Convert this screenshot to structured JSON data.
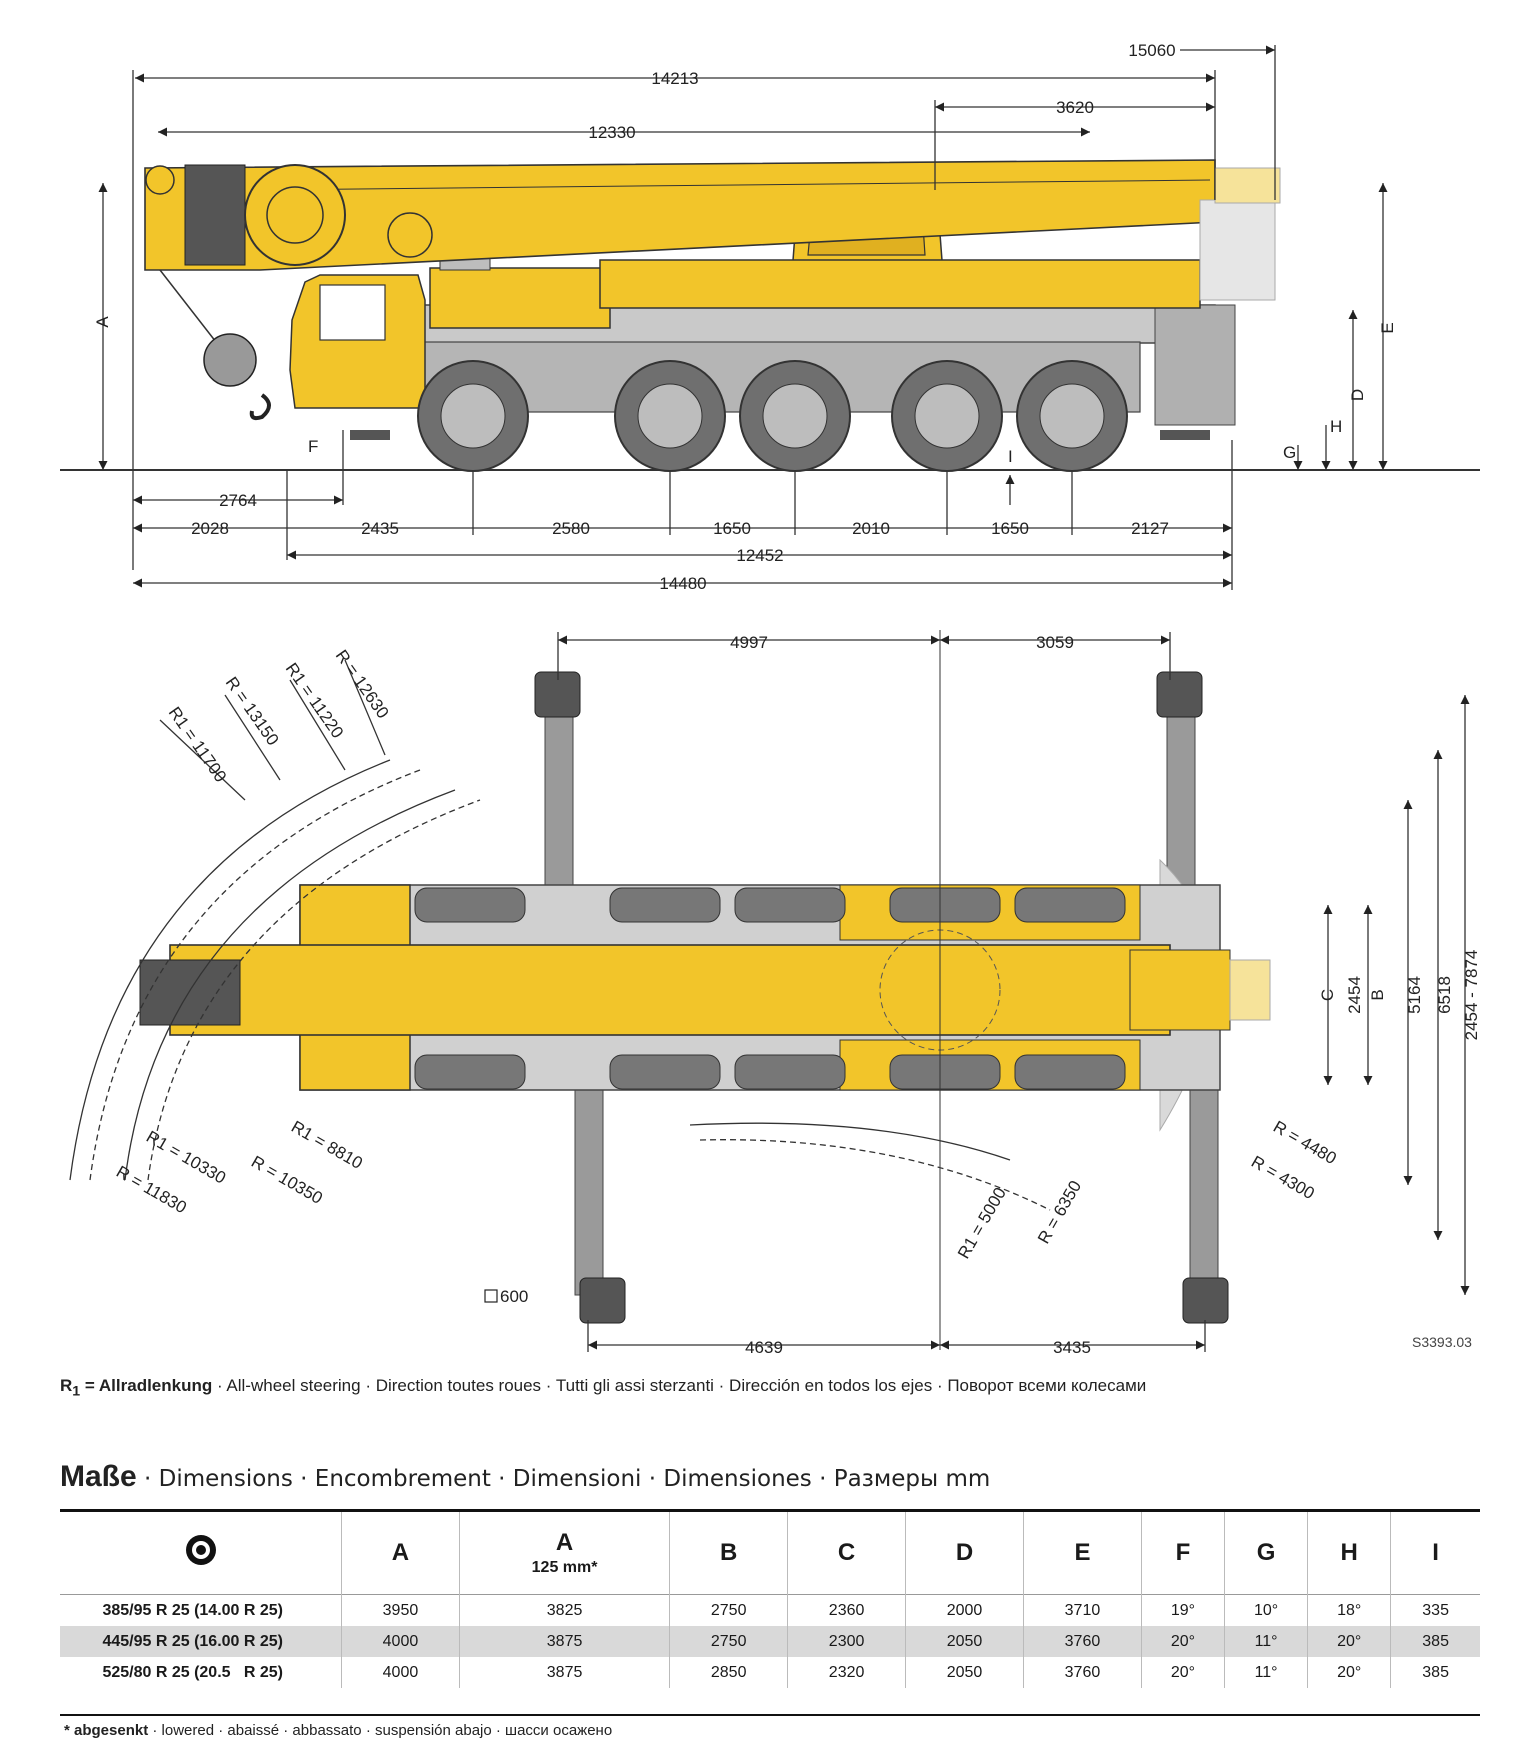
{
  "side_view": {
    "dims_top": [
      "15060",
      "14213",
      "3620",
      "12330"
    ],
    "dims_bottom": [
      "2764",
      "2028",
      "2435",
      "2580",
      "1650",
      "2010",
      "1650",
      "2127",
      "12452",
      "14480"
    ],
    "letters": [
      "A",
      "E",
      "D",
      "H",
      "G",
      "F",
      "I"
    ]
  },
  "top_view": {
    "dims_top": [
      "4997",
      "3059"
    ],
    "dims_bottom": [
      "4639",
      "3435"
    ],
    "dims_right": [
      "C",
      "2454",
      "B",
      "5164",
      "6518",
      "2454 - 7874"
    ],
    "radii_left": [
      "R1 = 11700",
      "R = 13150",
      "R1 = 11220",
      "R = 12630"
    ],
    "radii_lower_left": [
      "R1 = 10330",
      "R = 11830",
      "R1 = 8810",
      "R = 10350"
    ],
    "radii_center": [
      "R1 = 5000",
      "R = 6350"
    ],
    "radii_right": [
      "R = 4480",
      "R = 4300"
    ],
    "pad": "600",
    "drawing_code": "S3393.03"
  },
  "legend": {
    "term": "R",
    "sub": "1",
    "term_suffix": " = Allradlenkung",
    "rest": " · All-wheel steering · Direction toutes roues · Tutti gli assi sterzanti · Dirección en todos los ejes · Поворот всеми колесами"
  },
  "section": {
    "title": "Maße",
    "subtitle": " · Dimensions · Encombrement · Dimensioni · Dimensiones · Размеры  mm"
  },
  "table": {
    "headers": [
      "A",
      "A",
      "B",
      "C",
      "D",
      "E",
      "F",
      "G",
      "H",
      "I"
    ],
    "header_sub": "125 mm*",
    "rows": [
      {
        "tyre": "385/95 R 25 (14.00 R 25)",
        "values": [
          "3950",
          "3825",
          "2750",
          "2360",
          "2000",
          "3710",
          "19°",
          "10°",
          "18°",
          "335"
        ]
      },
      {
        "tyre": "445/95 R 25 (16.00 R 25)",
        "values": [
          "4000",
          "3875",
          "2750",
          "2300",
          "2050",
          "3760",
          "20°",
          "11°",
          "20°",
          "385"
        ]
      },
      {
        "tyre": "525/80 R 25 (20.5   R 25)",
        "values": [
          "4000",
          "3875",
          "2850",
          "2320",
          "2050",
          "3760",
          "20°",
          "11°",
          "20°",
          "385"
        ]
      }
    ]
  },
  "footnote": {
    "term": "* abgesenkt",
    "rest": " · lowered · abaissé · abbassato · suspensión abajo · шасси осажено"
  }
}
